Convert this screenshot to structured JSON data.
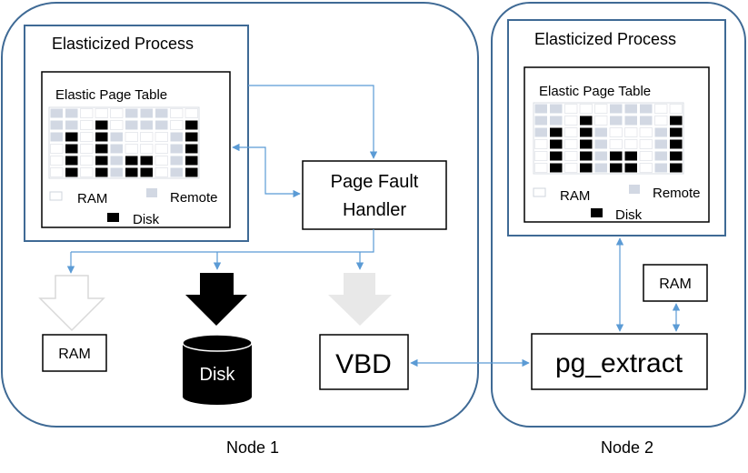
{
  "node1": {
    "label": "Node 1",
    "process": {
      "title": "Elasticized Process",
      "page_table": {
        "title": "Elastic Page Table",
        "legend": {
          "ram": "RAM",
          "remote": "Remote",
          "disk": "Disk"
        }
      }
    },
    "page_fault_handler": {
      "line1": "Page Fault",
      "line2": "Handler"
    },
    "ram_box": "RAM",
    "disk": "Disk",
    "vbd": "VBD"
  },
  "node2": {
    "label": "Node 2",
    "process": {
      "title": "Elasticized Process",
      "page_table": {
        "title": "Elastic Page Table",
        "legend": {
          "ram": "RAM",
          "remote": "Remote",
          "disk": "Disk"
        }
      }
    },
    "ram_box": "RAM",
    "pg_extract": "pg_extract"
  },
  "colors": {
    "node_border": "#3f6a95",
    "process_border": "#3f6a95",
    "arrow": "#5b9bd5",
    "remote_cell": "#d2d8e3",
    "disk_cell": "#000000",
    "ram_cell_border": "#cfd4dc",
    "grid_line": "#d9dde3",
    "ram_arrow_outline": "#d9d9d9",
    "vbd_arrow": "#e8e8e8"
  },
  "page_table_cells": [
    [
      "remote",
      "remote",
      "empty",
      "empty",
      "empty",
      "remote",
      "remote",
      "remote",
      "empty",
      "empty"
    ],
    [
      "remote",
      "remote",
      "empty",
      "disk",
      "empty",
      "remote",
      "remote",
      "remote",
      "empty",
      "disk"
    ],
    [
      "remote",
      "disk",
      "empty",
      "disk",
      "remote",
      "empty",
      "empty",
      "empty",
      "remote",
      "disk"
    ],
    [
      "empty",
      "disk",
      "empty",
      "disk",
      "remote",
      "empty",
      "empty",
      "empty",
      "remote",
      "disk"
    ],
    [
      "empty",
      "disk",
      "empty",
      "disk",
      "remote",
      "disk",
      "disk",
      "empty",
      "remote",
      "disk"
    ],
    [
      "empty",
      "disk",
      "empty",
      "disk",
      "remote",
      "disk",
      "disk",
      "empty",
      "remote",
      "disk"
    ]
  ]
}
